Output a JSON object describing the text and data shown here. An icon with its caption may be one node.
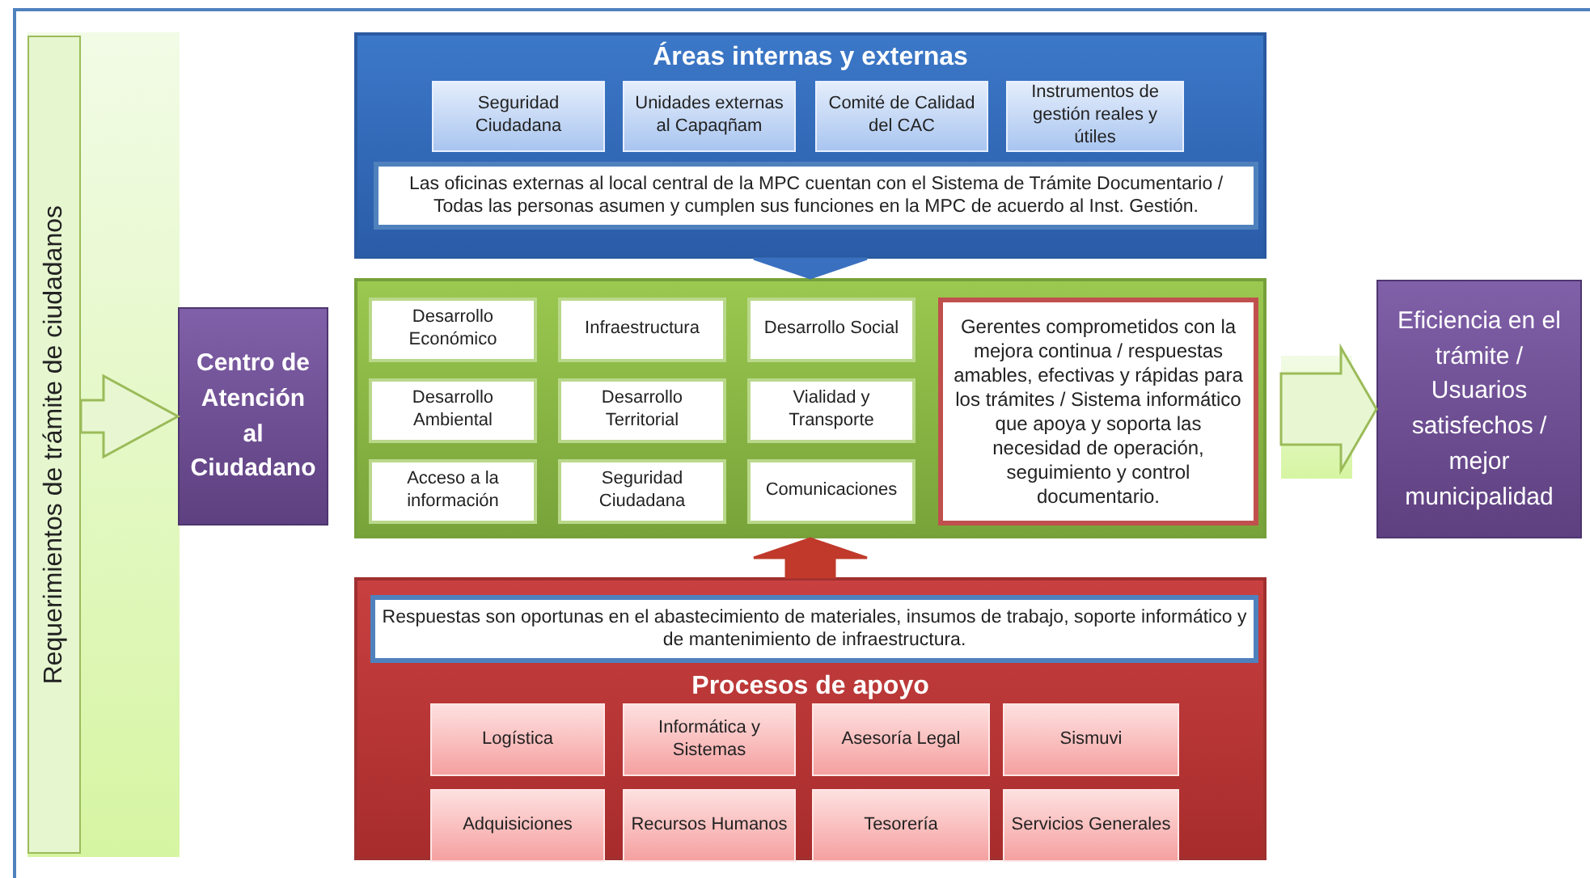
{
  "diagram": {
    "nodes": [
      {
        "text": [
          "Requerimientos de trámite de ciudadanos"
        ]
      },
      {
        "text": [
          "Centro de Atención al Ciudadano"
        ]
      },
      {
        "text": [
          "Áreas internas y externas"
        ]
      },
      {
        "text": [
          "Seguridad Ciudadana"
        ],
        "in": 2
      },
      {
        "text": [
          "Unidades externas al Capaqñam"
        ],
        "in": 2
      },
      {
        "text": [
          "Comité de Calidad del  CAC"
        ],
        "in": 2
      },
      {
        "text": [
          "Instrumentos de gestión reales y útiles"
        ],
        "in": 2
      },
      {
        "text": [
          "Las oficinas externas al local central de la MPC cuentan con el Sistema de Trámite Documentario / Todas las personas asumen y cumplen sus funciones en la MPC de acuerdo al Inst. Gestión."
        ],
        "in": 2
      },
      {
        "text": [],
        "shape": "box"
      },
      {
        "text": [
          "Desarrollo Económico"
        ],
        "in": 8
      },
      {
        "text": [
          "Infraestructura"
        ],
        "in": 8
      },
      {
        "text": [
          "Desarrollo Social"
        ],
        "in": 8
      },
      {
        "text": [
          "Desarrollo Ambiental"
        ],
        "in": 8
      },
      {
        "text": [
          "Desarrollo Territorial"
        ],
        "in": 8
      },
      {
        "text": [
          "Vialidad y Transporte"
        ],
        "in": 8
      },
      {
        "text": [
          "Acceso a la información"
        ],
        "in": 8
      },
      {
        "text": [
          "Seguridad Ciudadana"
        ],
        "in": 8
      },
      {
        "text": [
          "Comunicaciones"
        ],
        "in": 8
      },
      {
        "text": [
          "Gerentes comprometidos con la mejora continua /  respuestas amables, efectivas y rápidas para los trámites / Sistema informático que apoya y soporta las necesidad de operación, seguimiento y control documentario."
        ],
        "in": 8
      },
      {
        "text": [
          "Procesos de apoyo"
        ]
      },
      {
        "text": [
          "Respuestas son oportunas en el abastecimiento de materiales, insumos de trabajo, soporte informático y de mantenimiento de infraestructura."
        ],
        "in": 19
      },
      {
        "text": [
          "Logística"
        ],
        "in": 19
      },
      {
        "text": [
          "Informática y Sistemas"
        ],
        "in": 19
      },
      {
        "text": [
          "Asesoría Legal"
        ],
        "in": 19
      },
      {
        "text": [
          "Sismuvi"
        ],
        "in": 19
      },
      {
        "text": [
          "Adquisiciones"
        ],
        "in": 19
      },
      {
        "text": [
          "Recursos Humanos"
        ],
        "in": 19
      },
      {
        "text": [
          "Tesorería"
        ],
        "in": 19
      },
      {
        "text": [
          "Servicios Generales"
        ],
        "in": 19
      },
      {
        "text": [
          "Eficiencia en el trámite / Usuarios satisfechos / mejor municipalidad"
        ]
      }
    ],
    "edges": [
      {
        "from": 0,
        "to": 1,
        "arrow": "to"
      },
      {
        "from": 2,
        "to": 8,
        "arrow": "to",
        "color": "#3a70c0"
      },
      {
        "from": 19,
        "to": 8,
        "arrow": "to",
        "color": "#c0392b"
      },
      {
        "from": 8,
        "to": 29,
        "arrow": "to"
      }
    ]
  }
}
